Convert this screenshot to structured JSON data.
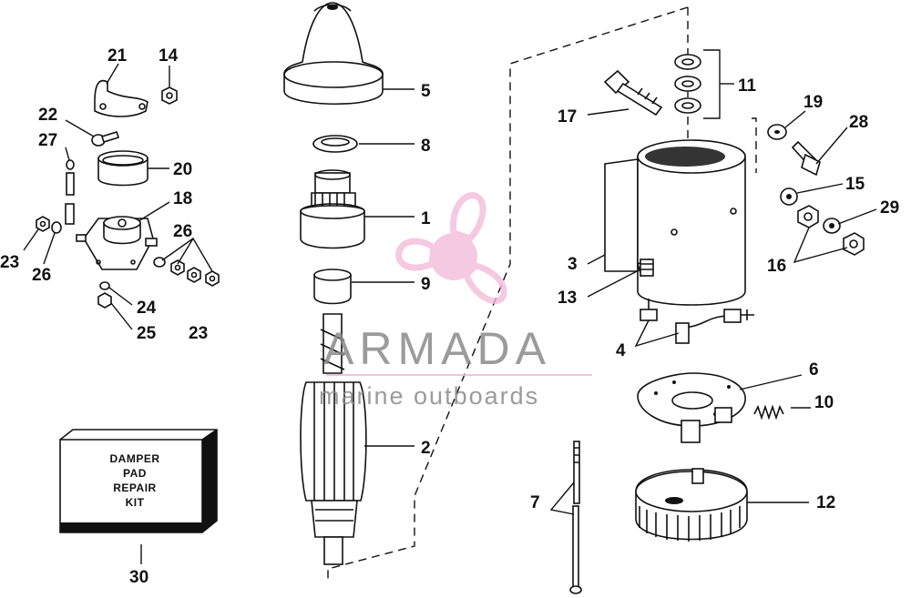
{
  "labels": {
    "p1": "1",
    "p2": "2",
    "p3": "3",
    "p4": "4",
    "p5": "5",
    "p6": "6",
    "p7": "7",
    "p8": "8",
    "p9": "9",
    "p10": "10",
    "p11": "11",
    "p12": "12",
    "p13": "13",
    "p14": "14",
    "p15": "15",
    "p16": "16",
    "p17": "17",
    "p18": "18",
    "p19": "19",
    "p20": "20",
    "p21": "21",
    "p22": "22",
    "p23a": "23",
    "p23b": "23",
    "p24": "24",
    "p25": "25",
    "p26a": "26",
    "p26b": "26",
    "p27": "27",
    "p28": "28",
    "p29": "29",
    "p30": "30"
  },
  "kit": {
    "line1": "DAMPER",
    "line2": "PAD",
    "line3": "REPAIR",
    "line4": "KIT"
  },
  "watermark": {
    "brand": "ARMADA",
    "tagline": "marine outboards"
  },
  "colors": {
    "logo_pink": "#f2b8d8",
    "ink": "#111111",
    "watermark_gray": "#8a8a8a"
  }
}
